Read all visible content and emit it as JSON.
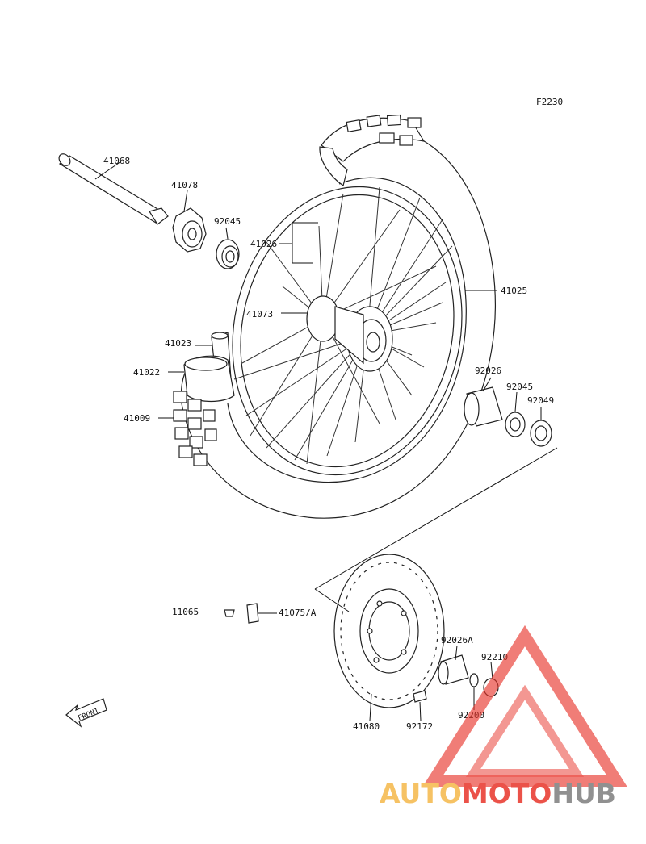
{
  "figure_code": "F2230",
  "front_label": "FRONT",
  "parts": [
    {
      "id": "41068"
    },
    {
      "id": "41078"
    },
    {
      "id": "92045"
    },
    {
      "id": "41026"
    },
    {
      "id": "41025"
    },
    {
      "id": "41073"
    },
    {
      "id": "41023"
    },
    {
      "id": "41022"
    },
    {
      "id": "41009"
    },
    {
      "id": "92026"
    },
    {
      "id": "92045"
    },
    {
      "id": "92049"
    },
    {
      "id": "11065"
    },
    {
      "id": "41075/A"
    },
    {
      "id": "92026A"
    },
    {
      "id": "92210"
    },
    {
      "id": "92200"
    },
    {
      "id": "41080"
    },
    {
      "id": "92172"
    }
  ],
  "watermark": {
    "part1": "AUTO",
    "part2": "MOTO",
    "part3": "HUB",
    "colors": {
      "auto": "#f5b84a",
      "moto": "#e8342a",
      "hub": "#7d7d7d",
      "triangle": "#e8342a"
    }
  }
}
